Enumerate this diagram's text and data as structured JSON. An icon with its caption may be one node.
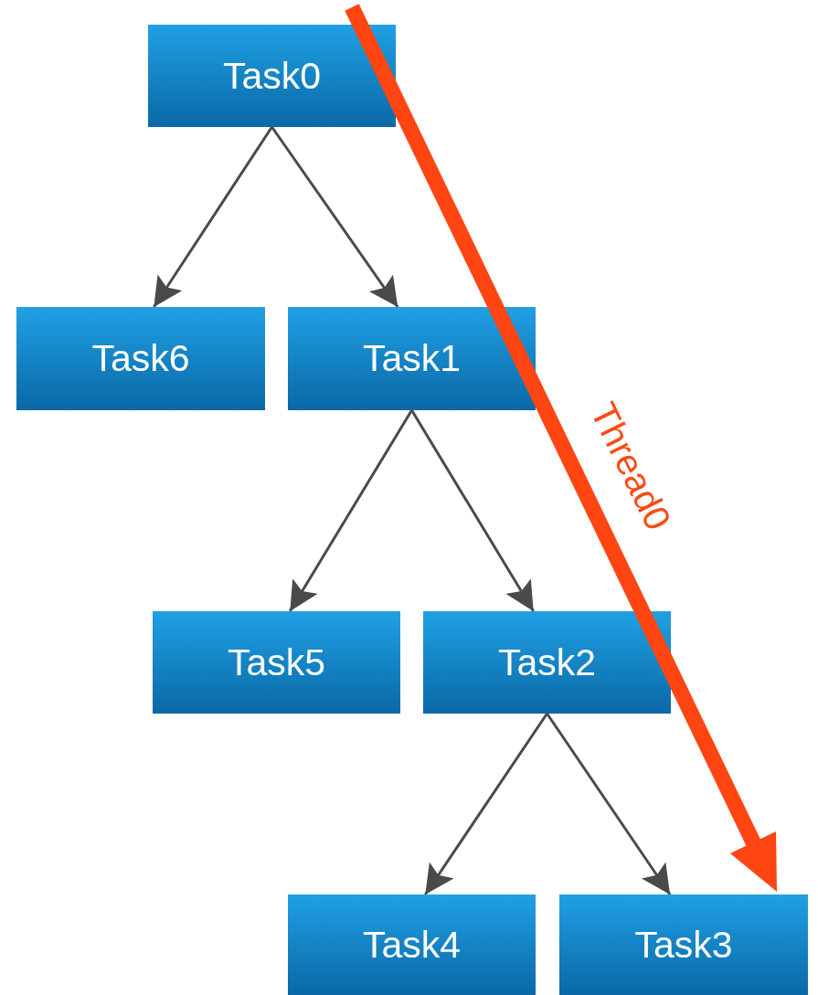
{
  "diagram": {
    "nodes": [
      {
        "text": [
          "Task0"
        ]
      },
      {
        "text": [
          "Task6"
        ]
      },
      {
        "text": [
          "Task1"
        ]
      },
      {
        "text": [
          "Task5"
        ]
      },
      {
        "text": [
          "Task2"
        ]
      },
      {
        "text": [
          "Task4"
        ]
      },
      {
        "text": [
          "Task3"
        ]
      }
    ],
    "edges": [
      {
        "from": 0,
        "to": 1,
        "arrow": "to"
      },
      {
        "from": 0,
        "to": 2,
        "arrow": "to"
      },
      {
        "from": 2,
        "to": 3,
        "arrow": "to"
      },
      {
        "from": 2,
        "to": 4,
        "arrow": "to"
      },
      {
        "from": 4,
        "to": 5,
        "arrow": "to"
      },
      {
        "from": 4,
        "to": 6,
        "arrow": "to"
      }
    ],
    "labels": [
      "Thread0"
    ]
  }
}
